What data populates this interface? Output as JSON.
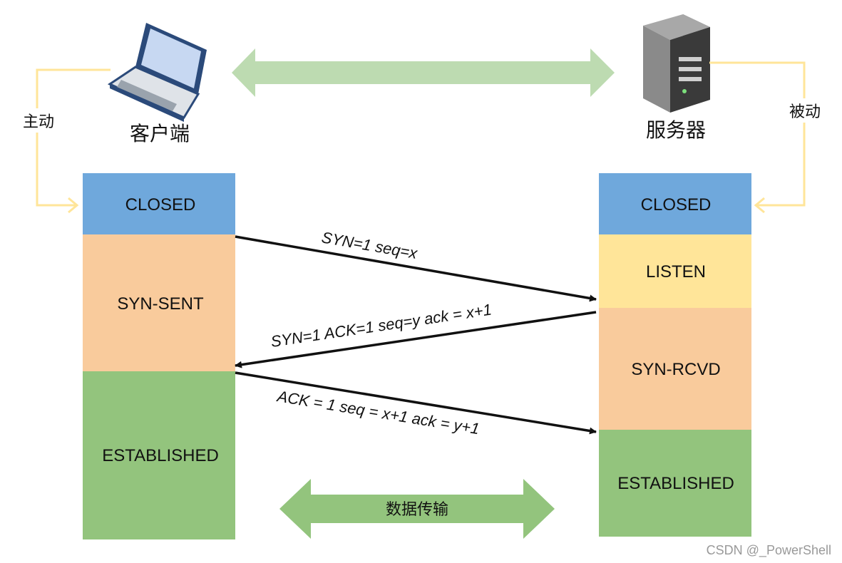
{
  "client": {
    "label": "客户端",
    "icon": "laptop-icon",
    "mode_label": "主动",
    "states": [
      "CLOSED",
      "SYN-SENT",
      "ESTABLISHED"
    ]
  },
  "server": {
    "label": "服务器",
    "icon": "server-icon",
    "mode_label": "被动",
    "states": [
      "CLOSED",
      "LISTEN",
      "SYN-RCVD",
      "ESTABLISHED"
    ]
  },
  "messages": [
    "SYN=1  seq=x",
    "SYN=1 ACK=1 seq=y ack = x+1",
    "ACK = 1 seq = x+1 ack = y+1"
  ],
  "transfer_label": "数据传输",
  "watermark": "CSDN @_PowerShell",
  "colors": {
    "closed": "#6fa8dc",
    "listen": "#ffe599",
    "syn": "#f9cb9c",
    "established": "#93c47d",
    "loop_arrow": "#ffe599",
    "big_arrow": "#b6d7a8",
    "transfer_arrow": "#93c47d"
  }
}
